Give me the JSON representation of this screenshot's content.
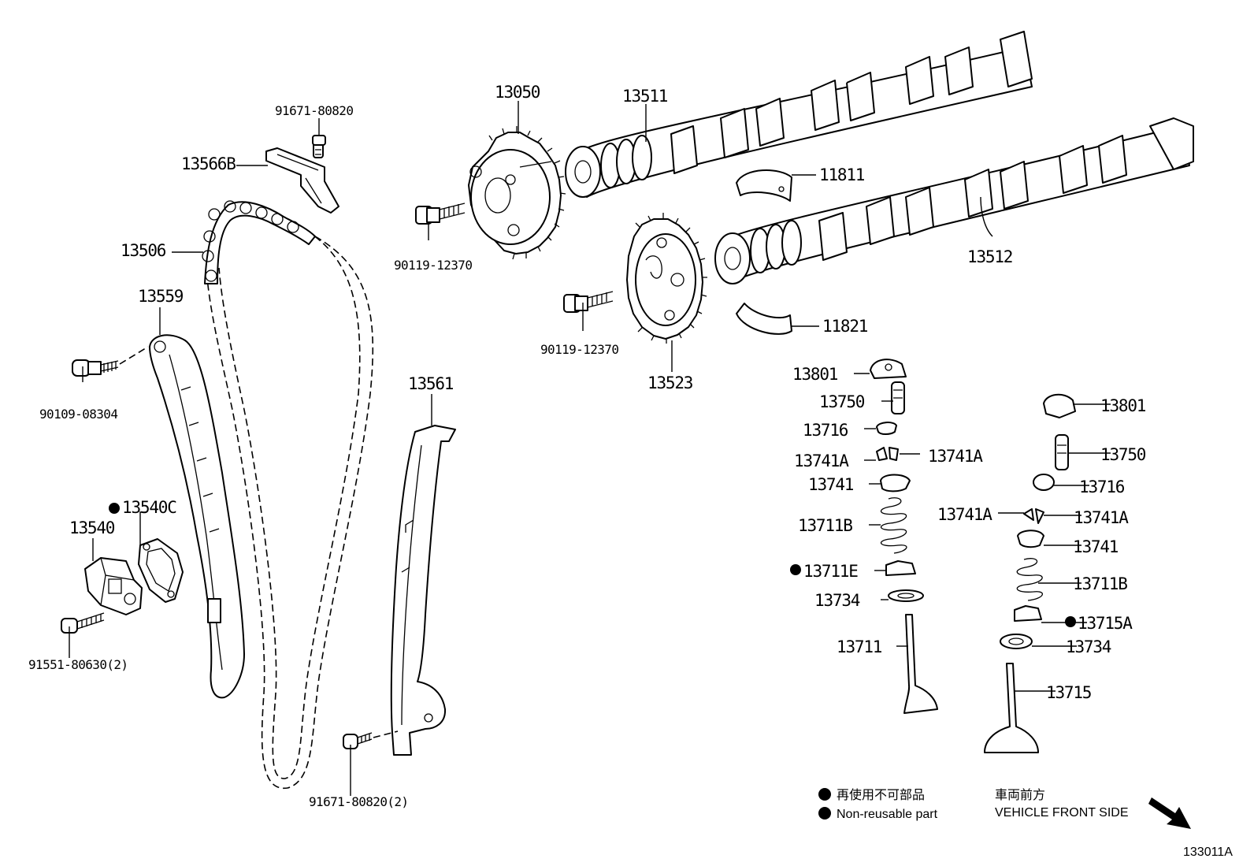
{
  "parts": {
    "p13050": "13050",
    "p13511": "13511",
    "p13512": "13512",
    "p13523": "13523",
    "p11811": "11811",
    "p11821": "11821",
    "p13566B": "13566B",
    "p13506": "13506",
    "p13559": "13559",
    "p13561": "13561",
    "p13540": "13540",
    "p13540C": "13540C",
    "b9167180820": "91671-80820",
    "b9011912370a": "90119-12370",
    "b9011912370b": "90119-12370",
    "b9010908304": "90109-08304",
    "b9155180630": "91551-80630(2)",
    "b9167180820x2": "91671-80820(2)",
    "l13801": "13801",
    "l13750": "13750",
    "l13716": "13716",
    "l13741Aa": "13741A",
    "l13741Ab": "13741A",
    "l13741": "13741",
    "l13711B": "13711B",
    "l13711E": "13711E",
    "l13734": "13734",
    "l13711": "13711",
    "r13801": "13801",
    "r13750": "13750",
    "r13716": "13716",
    "r13741Aa": "13741A",
    "r13741Ab": "13741A",
    "r13741": "13741",
    "r13711B": "13711B",
    "r13715A": "13715A",
    "r13734": "13734",
    "r13715": "13715"
  },
  "legend": {
    "jp": "再使用不可部品",
    "en": "Non-reusable part"
  },
  "direction": {
    "jp": "車両前方",
    "en": "VEHICLE FRONT SIDE"
  },
  "figure_id": "133011A"
}
